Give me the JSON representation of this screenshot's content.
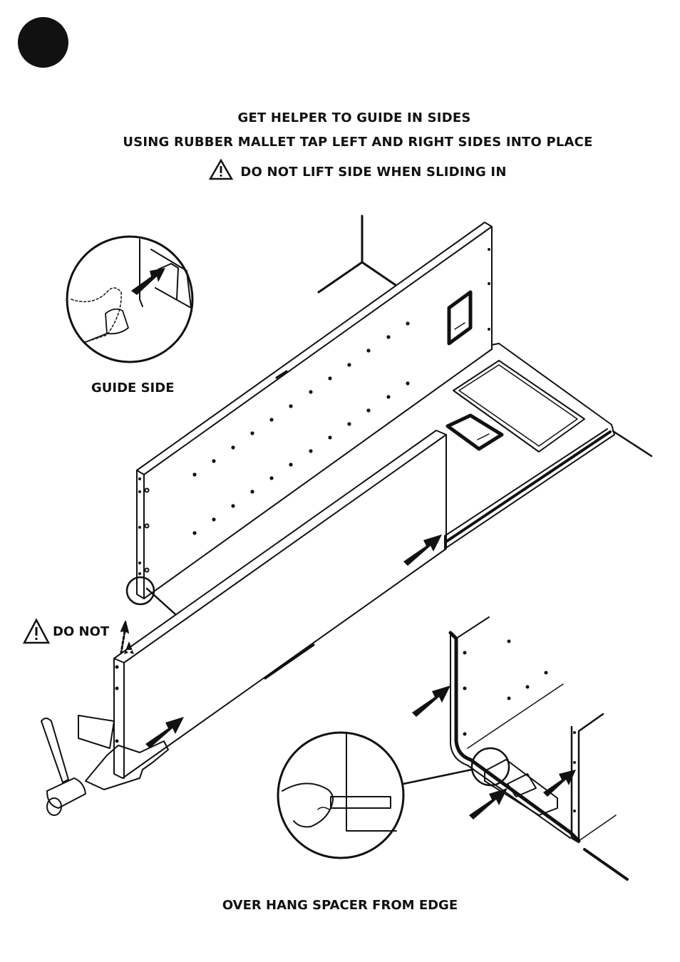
{
  "instructions": {
    "line1": "GET HELPER TO GUIDE IN SIDES",
    "line2": "USING RUBBER MALLET TAP LEFT AND RIGHT SIDES INTO PLACE",
    "line3": "DO NOT LIFT SIDE WHEN SLIDING IN"
  },
  "labels": {
    "guide_side": "GUIDE SIDE",
    "do_not": "DO NOT",
    "over_hang": "OVER HANG SPACER FROM EDGE"
  },
  "icons": {
    "step_marker": "filled-circle",
    "warning": "warning-triangle-icon",
    "direction": "arrow-icon",
    "tool": "rubber-mallet-icon"
  },
  "colors": {
    "ink": "#111111",
    "paper": "#ffffff"
  }
}
